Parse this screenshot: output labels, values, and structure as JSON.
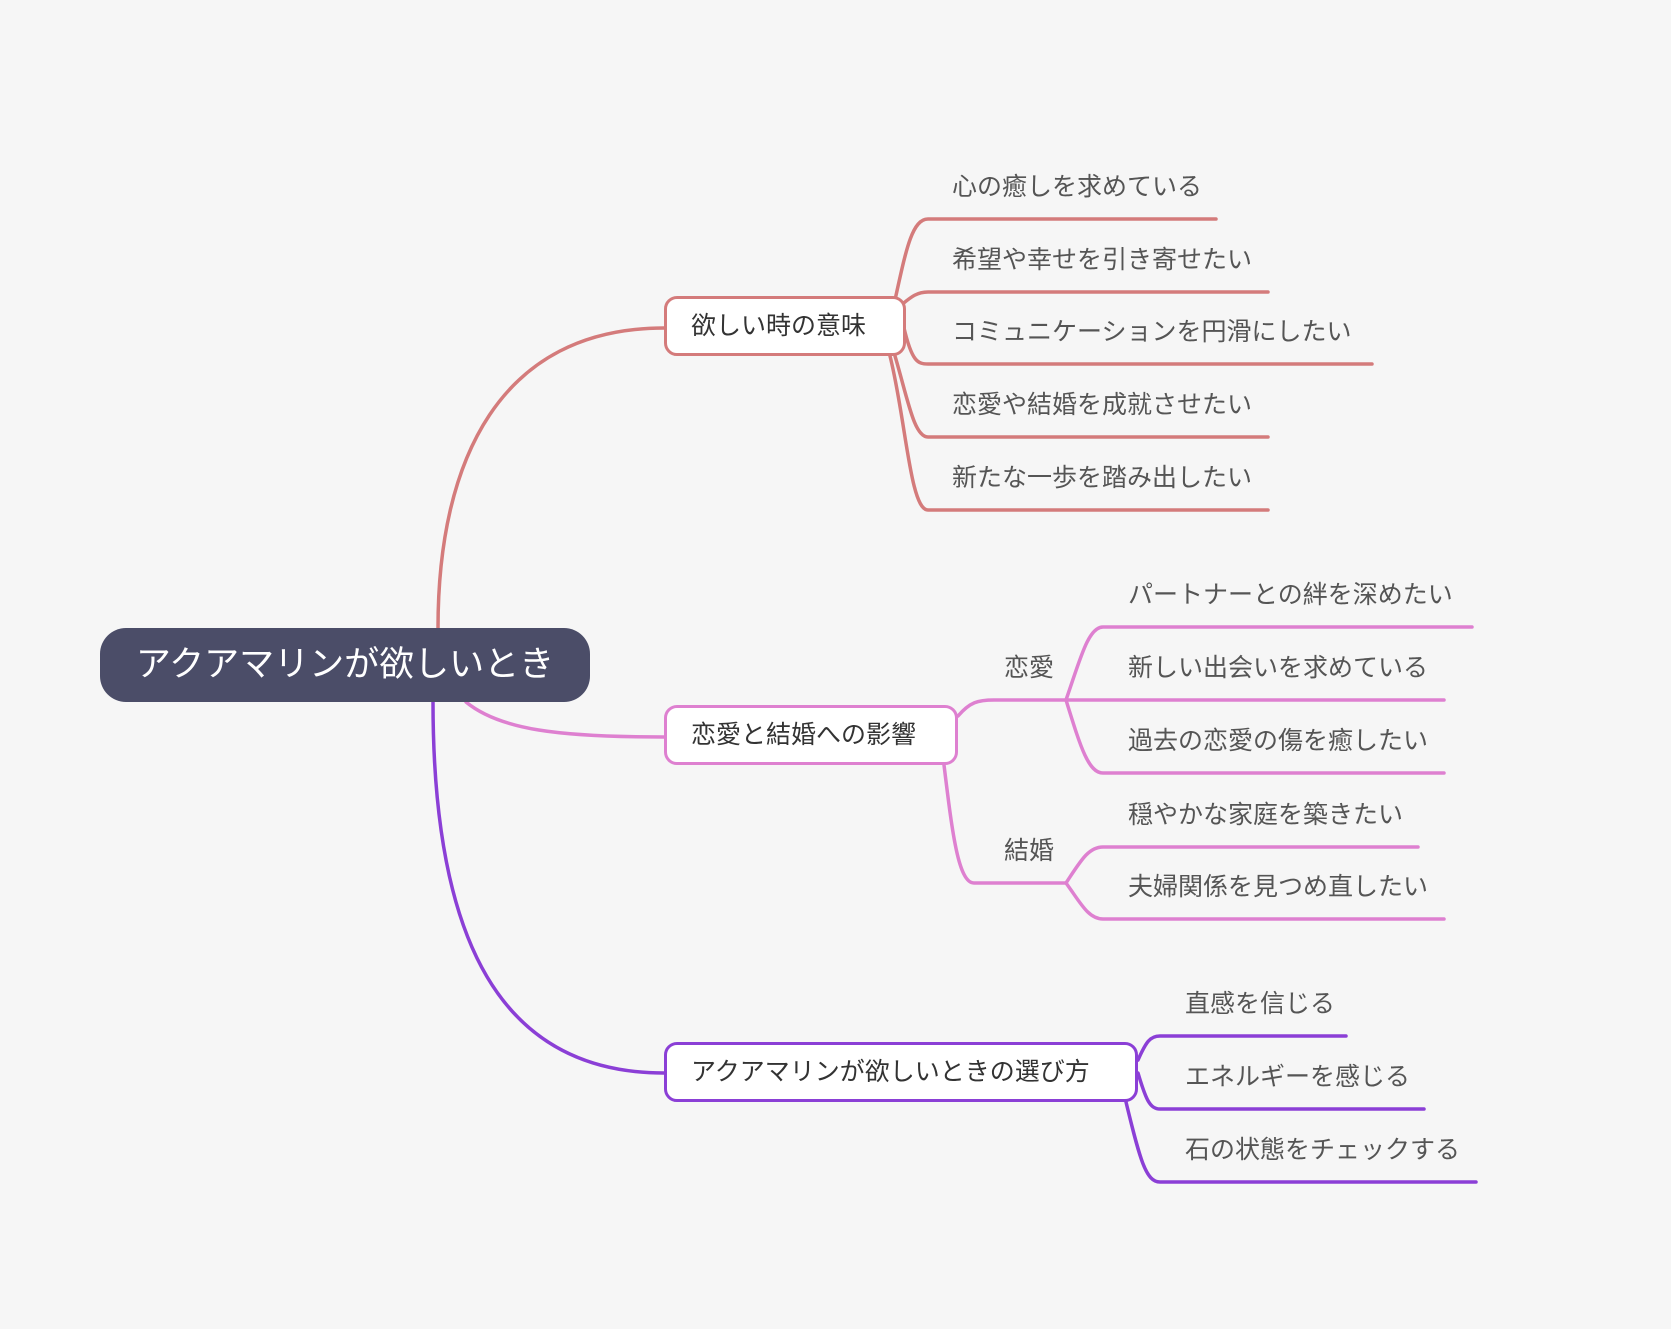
{
  "root": {
    "label": "アクアマリンが欲しいとき"
  },
  "colors": {
    "background": "#f6f6f6",
    "root_fill": "#4b4d68",
    "branch_meaning": "#d47b7b",
    "branch_love": "#de80d0",
    "branch_choose": "#8b3fd6"
  },
  "branches": [
    {
      "label": "欲しい時の意味",
      "items": [
        "心の癒しを求めている",
        "希望や幸せを引き寄せたい",
        "コミュニケーションを円滑にしたい",
        "恋愛や結婚を成就させたい",
        "新たな一歩を踏み出したい"
      ]
    },
    {
      "label": "恋愛と結婚への影響",
      "groups": [
        {
          "label": "恋愛",
          "items": [
            "パートナーとの絆を深めたい",
            "新しい出会いを求めている",
            "過去の恋愛の傷を癒したい"
          ]
        },
        {
          "label": "結婚",
          "items": [
            "穏やかな家庭を築きたい",
            "夫婦関係を見つめ直したい"
          ]
        }
      ]
    },
    {
      "label": "アクアマリンが欲しいときの選び方",
      "items": [
        "直感を信じる",
        "エネルギーを感じる",
        "石の状態をチェックする"
      ]
    }
  ]
}
